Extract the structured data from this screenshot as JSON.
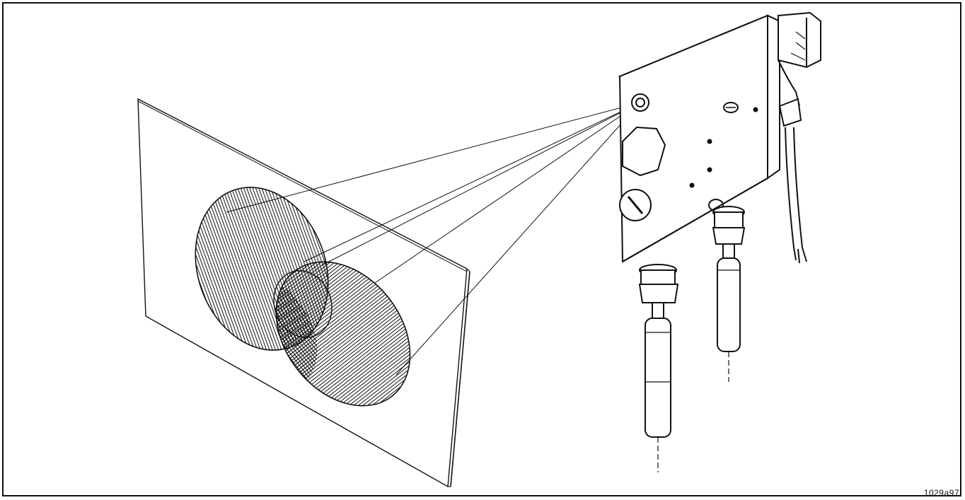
{
  "figure": {
    "reference_code": "1029a97",
    "colors": {
      "ink": "#111111",
      "paper": "#ffffff"
    },
    "elements": [
      "projection-screen",
      "vertical-hatched-spot",
      "horizontal-hatched-spot",
      "light-cone-lines",
      "nozzle-assembly",
      "connector-box",
      "cable",
      "spray-nozzle-tubes"
    ]
  }
}
